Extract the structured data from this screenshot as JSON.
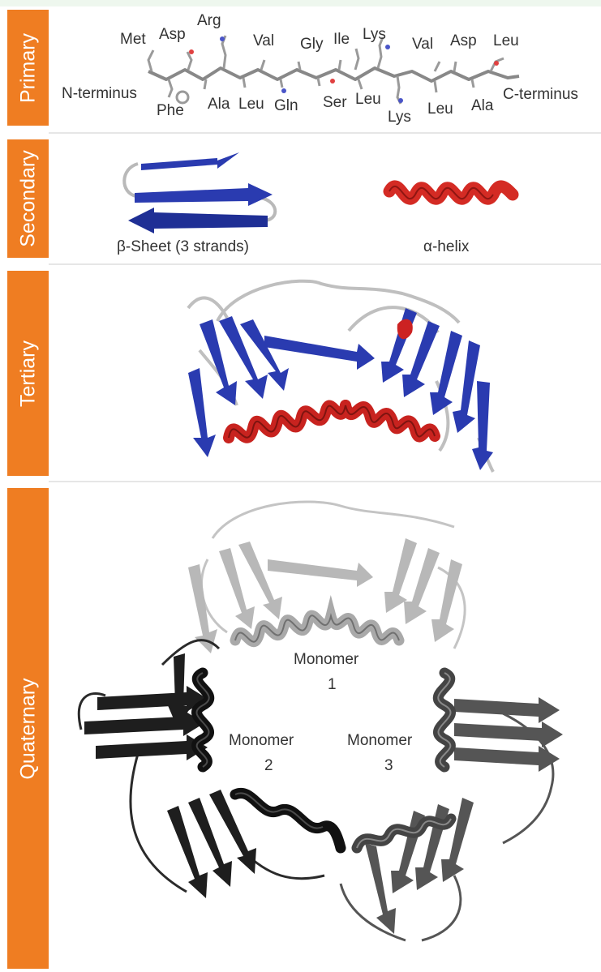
{
  "sections": {
    "primary": "Primary",
    "secondary": "Secondary",
    "tertiary": "Tertiary",
    "quaternary": "Quaternary"
  },
  "primary": {
    "n_terminus": "N-terminus",
    "c_terminus": "C-terminus",
    "residues_top": [
      "Met",
      "Asp",
      "Arg",
      "Val",
      "Gly",
      "Ile",
      "Lys",
      "Val",
      "Asp",
      "Leu"
    ],
    "residues_bottom": [
      "Phe",
      "Ala",
      "Leu",
      "Gln",
      "Ser",
      "Leu",
      "Lys",
      "Leu",
      "Ala"
    ]
  },
  "secondary": {
    "sheet_label": "β-Sheet (3 strands)",
    "helix_label": "α-helix"
  },
  "quaternary": {
    "monomer1": [
      "Monomer",
      "1"
    ],
    "monomer2": [
      "Monomer",
      "2"
    ],
    "monomer3": [
      "Monomer",
      "3"
    ]
  },
  "colors": {
    "tab": "#ef7d22",
    "strand": "#2a3bb0",
    "helix": "#c8231f",
    "monomer1": "#b8b8b8",
    "monomer2": "#1e1e1e",
    "monomer3": "#555555"
  }
}
